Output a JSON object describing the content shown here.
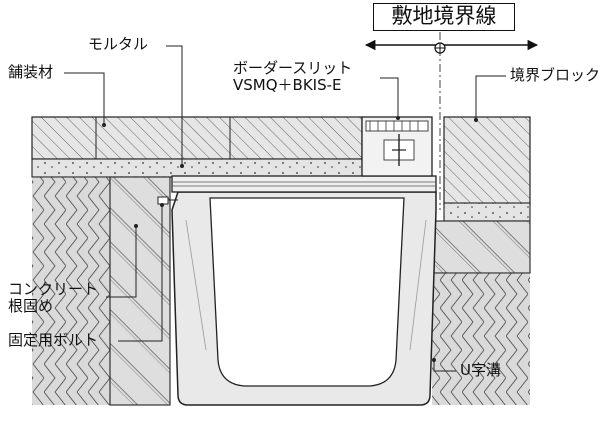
{
  "labels": {
    "boundary_title": "敷地境界線",
    "mortar": "モルタル",
    "paving_material": "舗装材",
    "border_slit_line1": "ボーダースリット",
    "border_slit_line2": "VSMQ＋BKIS-E",
    "boundary_block": "境界ブロック",
    "concrete_line1": "コンクリート",
    "concrete_line2": "根固め",
    "fixing_bolt": "固定用ボルト",
    "u_channel": "U字溝"
  },
  "colors": {
    "line": "#222222",
    "fill_light": "#e9e9e9",
    "fill_mid": "#dcdcdc",
    "fill_dark": "#cfcfcf",
    "dots": "#333333"
  }
}
